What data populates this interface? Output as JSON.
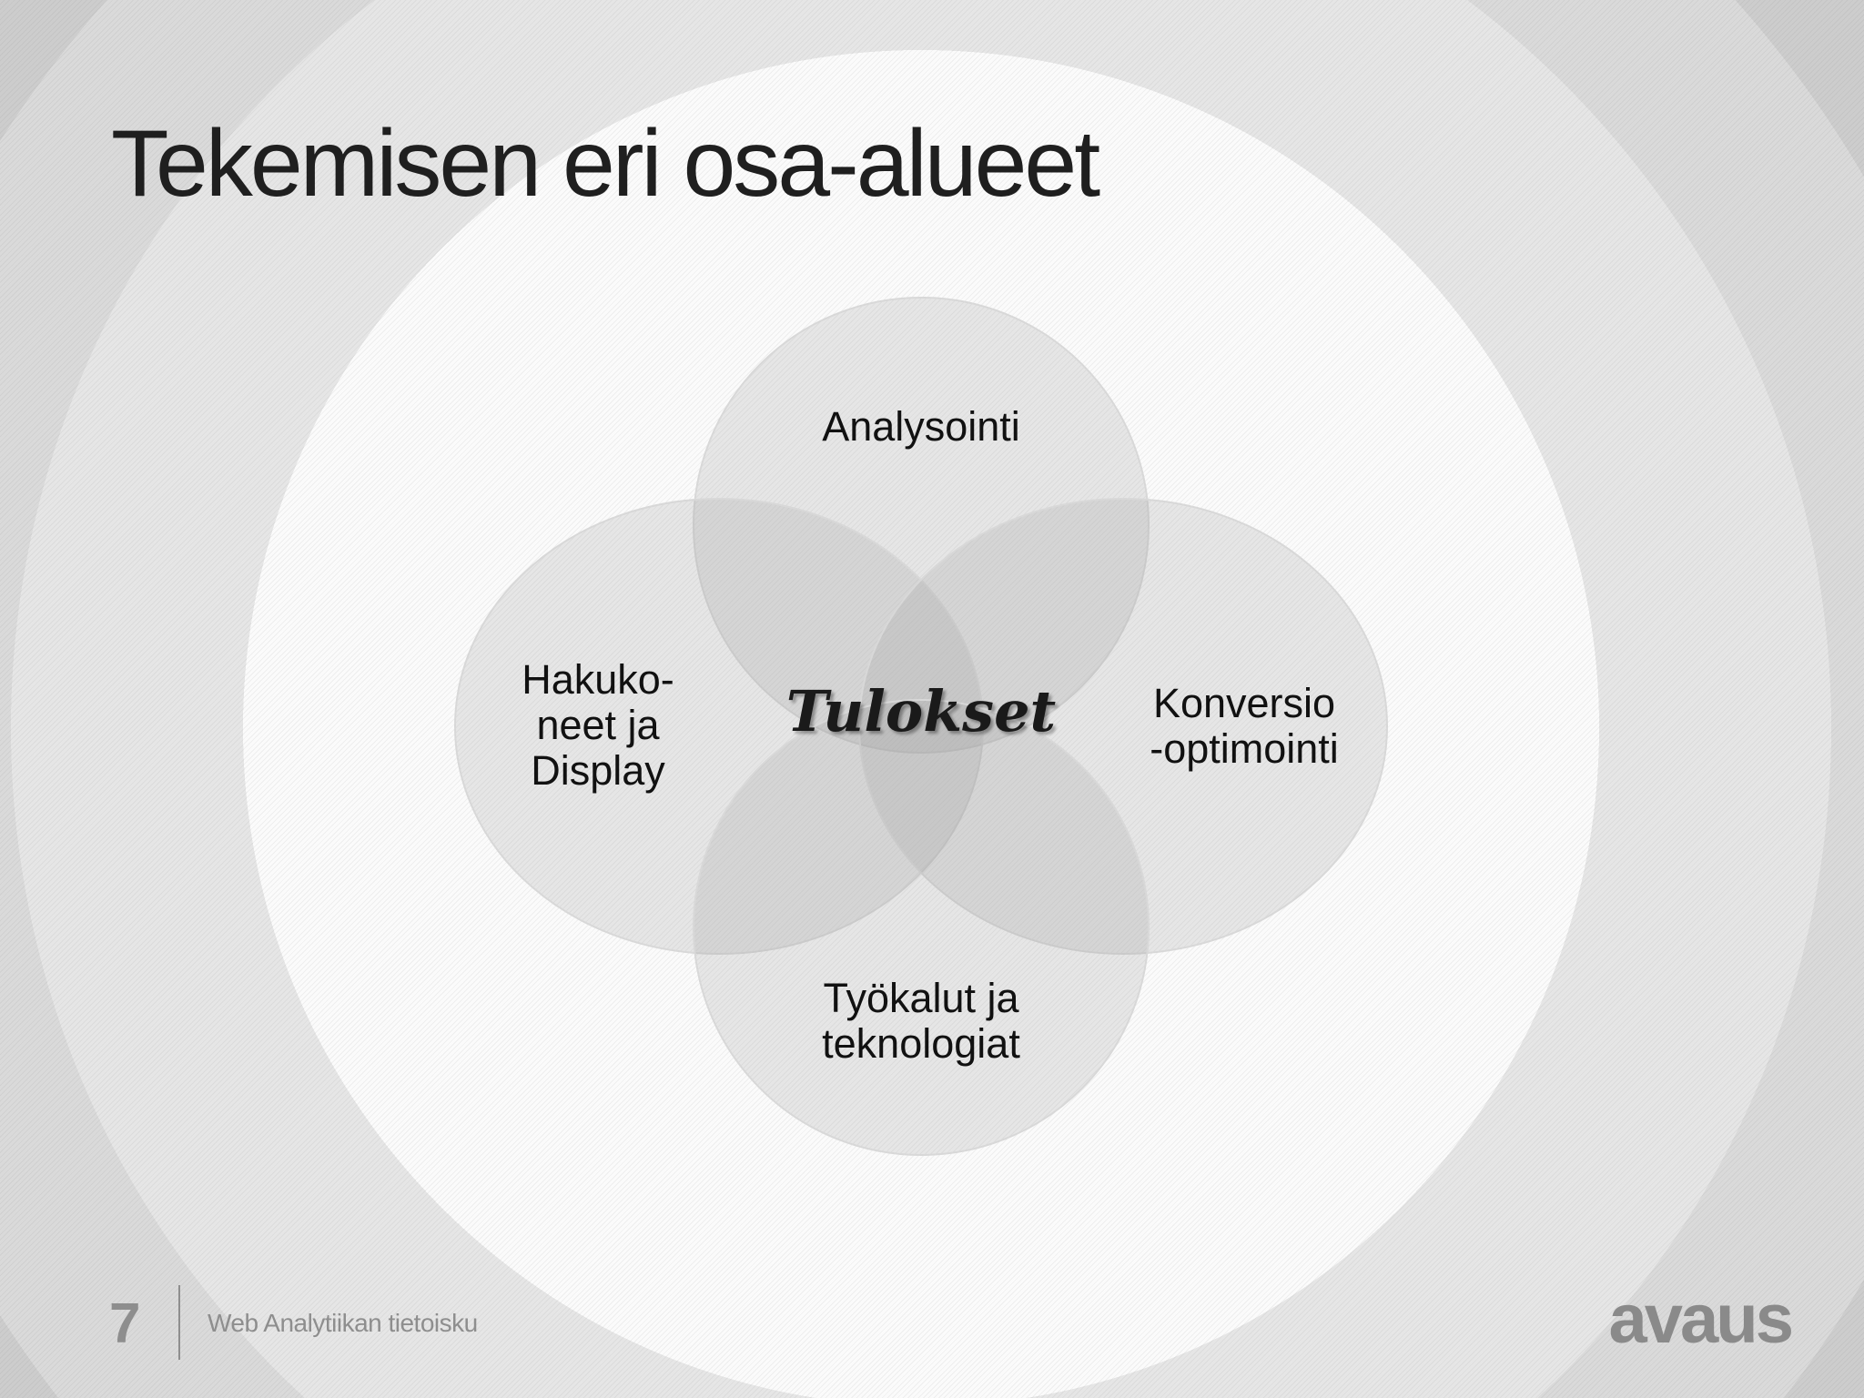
{
  "slide": {
    "title": "Tekemisen eri osa-alueet"
  },
  "venn": {
    "center_label": "Tulokset",
    "circles": [
      {
        "id": "top",
        "label": "Analysointi"
      },
      {
        "id": "left",
        "label": "Hakuko-\nneet ja\nDisplay"
      },
      {
        "id": "right",
        "label": "Konversio\n-optimointi"
      },
      {
        "id": "bottom",
        "label": "Työkalut ja\nteknologiat"
      }
    ],
    "fill_color": "#9a9a9a",
    "stroke_color": "#d8d8d8"
  },
  "footer": {
    "page_number": "7",
    "subtitle": "Web Analytiikan tietoisku",
    "logo_text": "avaus"
  }
}
